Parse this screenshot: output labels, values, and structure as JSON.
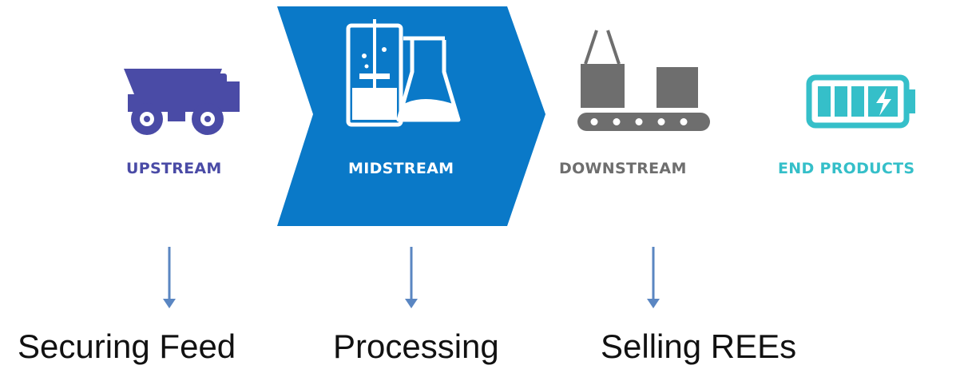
{
  "stages": [
    {
      "label": "UPSTREAM",
      "icon": "dump-truck-icon",
      "color": "#4a4ba6"
    },
    {
      "label": "MIDSTREAM",
      "icon": "lab-beaker-flask-icon",
      "color": "#ffffff",
      "background": "#0a79c8"
    },
    {
      "label": "DOWNSTREAM",
      "icon": "conveyor-belt-icon",
      "color": "#6e6e6e"
    },
    {
      "label": "END PRODUCTS",
      "icon": "battery-charging-icon",
      "color": "#35bfc9"
    }
  ],
  "arrow_color": "#5a86c2",
  "captions": {
    "upstream": "Securing Feed",
    "midstream": "Processing",
    "downstream": "Selling REEs"
  }
}
